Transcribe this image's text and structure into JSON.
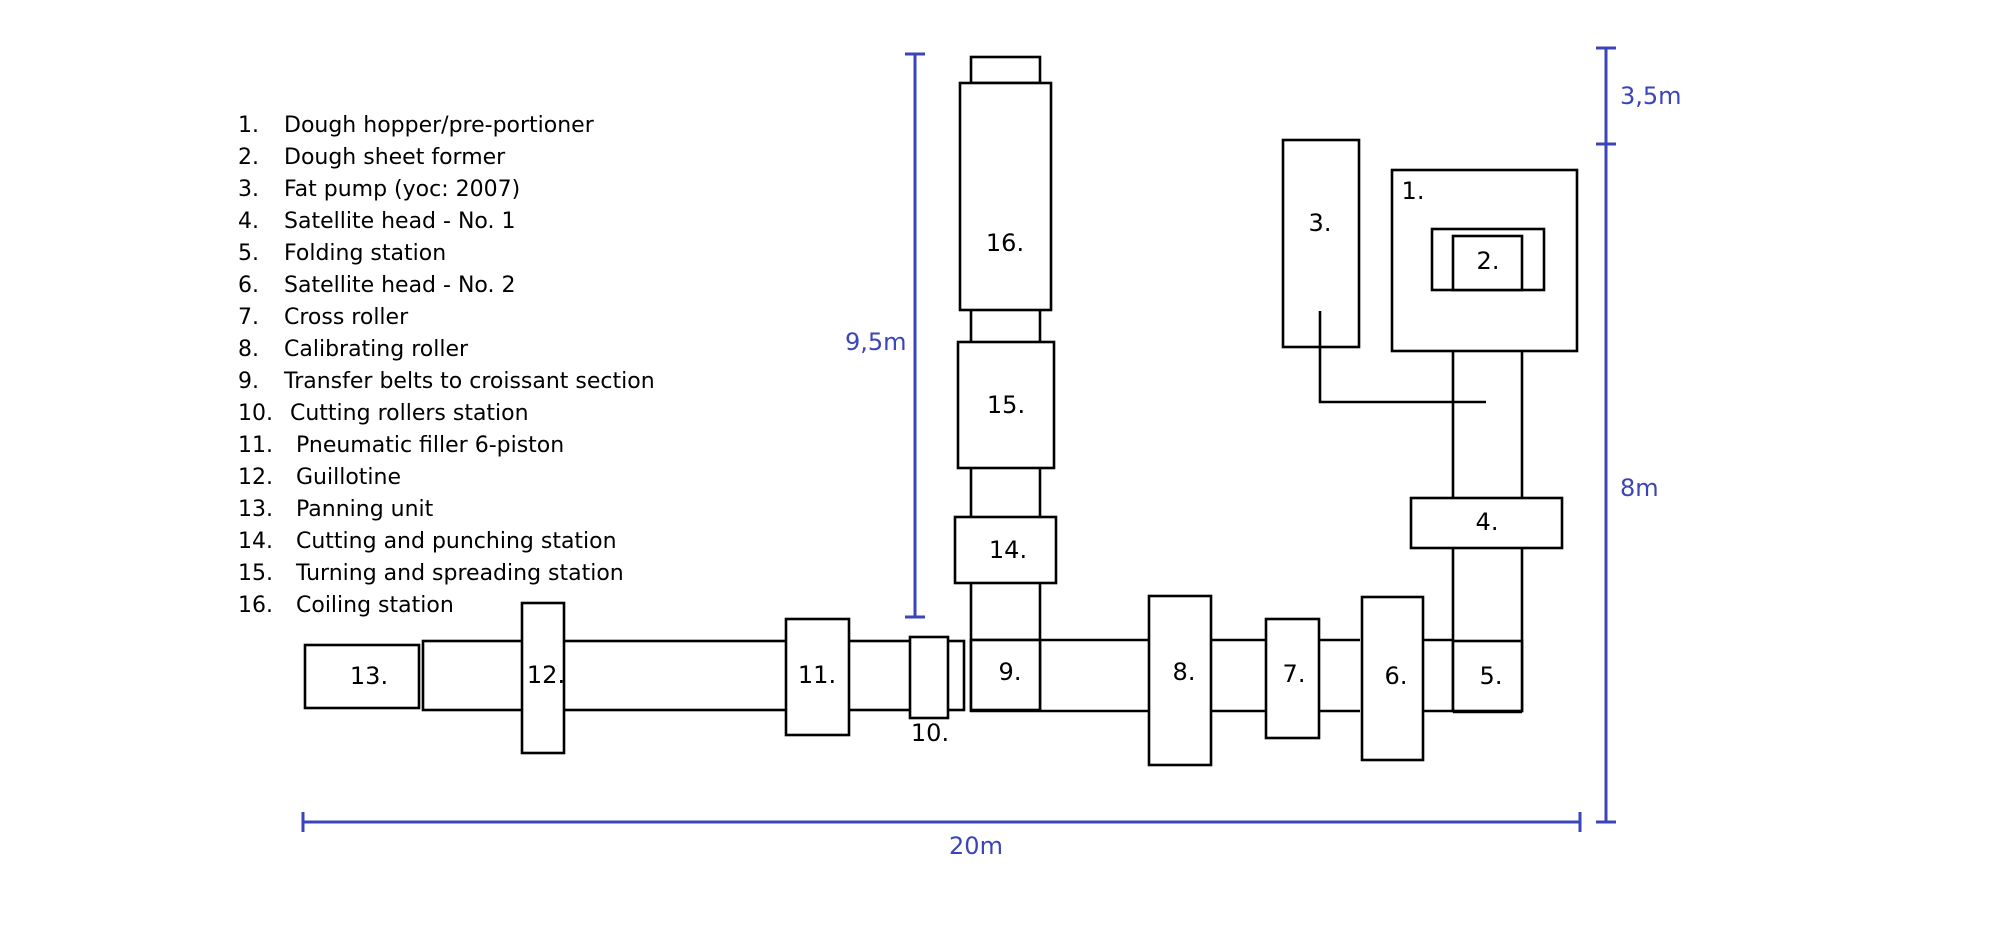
{
  "legend": [
    {
      "num": "1.",
      "text": "Dough hopper/pre-portioner"
    },
    {
      "num": "2.",
      "text": "Dough sheet former"
    },
    {
      "num": "3.",
      "text": "Fat pump (yoc: 2007)"
    },
    {
      "num": "4.",
      "text": "Satellite head - No. 1"
    },
    {
      "num": "5.",
      "text": "Folding station"
    },
    {
      "num": "6.",
      "text": "Satellite head - No. 2"
    },
    {
      "num": "7.",
      "text": "Cross roller"
    },
    {
      "num": "8.",
      "text": "Calibrating roller"
    },
    {
      "num": "9.",
      "text": "Transfer belts to croissant section"
    },
    {
      "num": "10.",
      "text": "Cutting rollers station"
    },
    {
      "num": "11.",
      "text": "Pneumatic filler 6-piston"
    },
    {
      "num": "12.",
      "text": "Guillotine"
    },
    {
      "num": "13.",
      "text": "Panning unit"
    },
    {
      "num": "14.",
      "text": "Cutting and punching station"
    },
    {
      "num": "15.",
      "text": "Turning and spreading station"
    },
    {
      "num": "16.",
      "text": "Coiling station"
    }
  ],
  "stations": {
    "s1": "1.",
    "s2": "2.",
    "s3": "3.",
    "s4": "4.",
    "s5": "5.",
    "s6": "6.",
    "s7": "7.",
    "s8": "8.",
    "s9": "9.",
    "s10": "10.",
    "s11": "11.",
    "s12": "12.",
    "s13": "13.",
    "s14": "14.",
    "s15": "15.",
    "s16": "16."
  },
  "dimensions": {
    "length": "20m",
    "width": "8m",
    "extra_top": "3,5m",
    "branch_length": "9,5m"
  },
  "colors": {
    "dimension": "#3b44b8",
    "outline": "#000000"
  }
}
